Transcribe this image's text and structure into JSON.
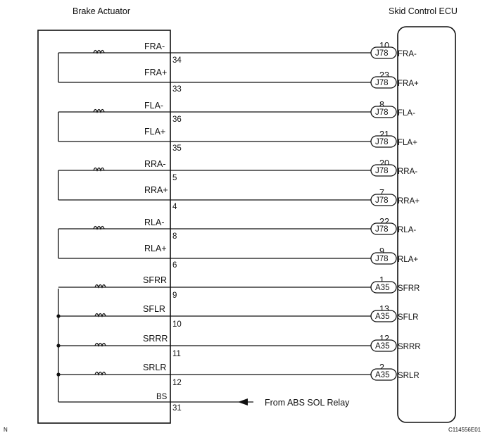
{
  "titles": {
    "actuator": "Brake Actuator",
    "ecu": "Skid Control ECU"
  },
  "coil_pairs": [
    {
      "neg": {
        "label": "FRA-",
        "pin": "34",
        "ecu_pin": "10",
        "conn": "J78",
        "ecu_label": "FRA-"
      },
      "pos": {
        "label": "FRA+",
        "pin": "33",
        "ecu_pin": "23",
        "conn": "J78",
        "ecu_label": "FRA+"
      }
    },
    {
      "neg": {
        "label": "FLA-",
        "pin": "36",
        "ecu_pin": "8",
        "conn": "J78",
        "ecu_label": "FLA-"
      },
      "pos": {
        "label": "FLA+",
        "pin": "35",
        "ecu_pin": "21",
        "conn": "J78",
        "ecu_label": "FLA+"
      }
    },
    {
      "neg": {
        "label": "RRA-",
        "pin": "5",
        "ecu_pin": "20",
        "conn": "J78",
        "ecu_label": "RRA-"
      },
      "pos": {
        "label": "RRA+",
        "pin": "4",
        "ecu_pin": "7",
        "conn": "J78",
        "ecu_label": "RRA+"
      }
    },
    {
      "neg": {
        "label": "RLA-",
        "pin": "8",
        "ecu_pin": "22",
        "conn": "J78",
        "ecu_label": "RLA-"
      },
      "pos": {
        "label": "RLA+",
        "pin": "6",
        "ecu_pin": "9",
        "conn": "J78",
        "ecu_label": "RLA+"
      }
    }
  ],
  "solenoids": [
    {
      "label": "SFRR",
      "pin": "9",
      "ecu_pin": "1",
      "conn": "A35",
      "ecu_label": "SFRR"
    },
    {
      "label": "SFLR",
      "pin": "10",
      "ecu_pin": "13",
      "conn": "A35",
      "ecu_label": "SFLR"
    },
    {
      "label": "SRRR",
      "pin": "11",
      "ecu_pin": "12",
      "conn": "A35",
      "ecu_label": "SRRR"
    },
    {
      "label": "SRLR",
      "pin": "12",
      "ecu_pin": "2",
      "conn": "A35",
      "ecu_label": "SRLR"
    }
  ],
  "bs": {
    "label": "BS",
    "pin": "31",
    "note": "From ABS SOL Relay"
  },
  "footer": {
    "left": "N",
    "right": "C114556E01"
  }
}
